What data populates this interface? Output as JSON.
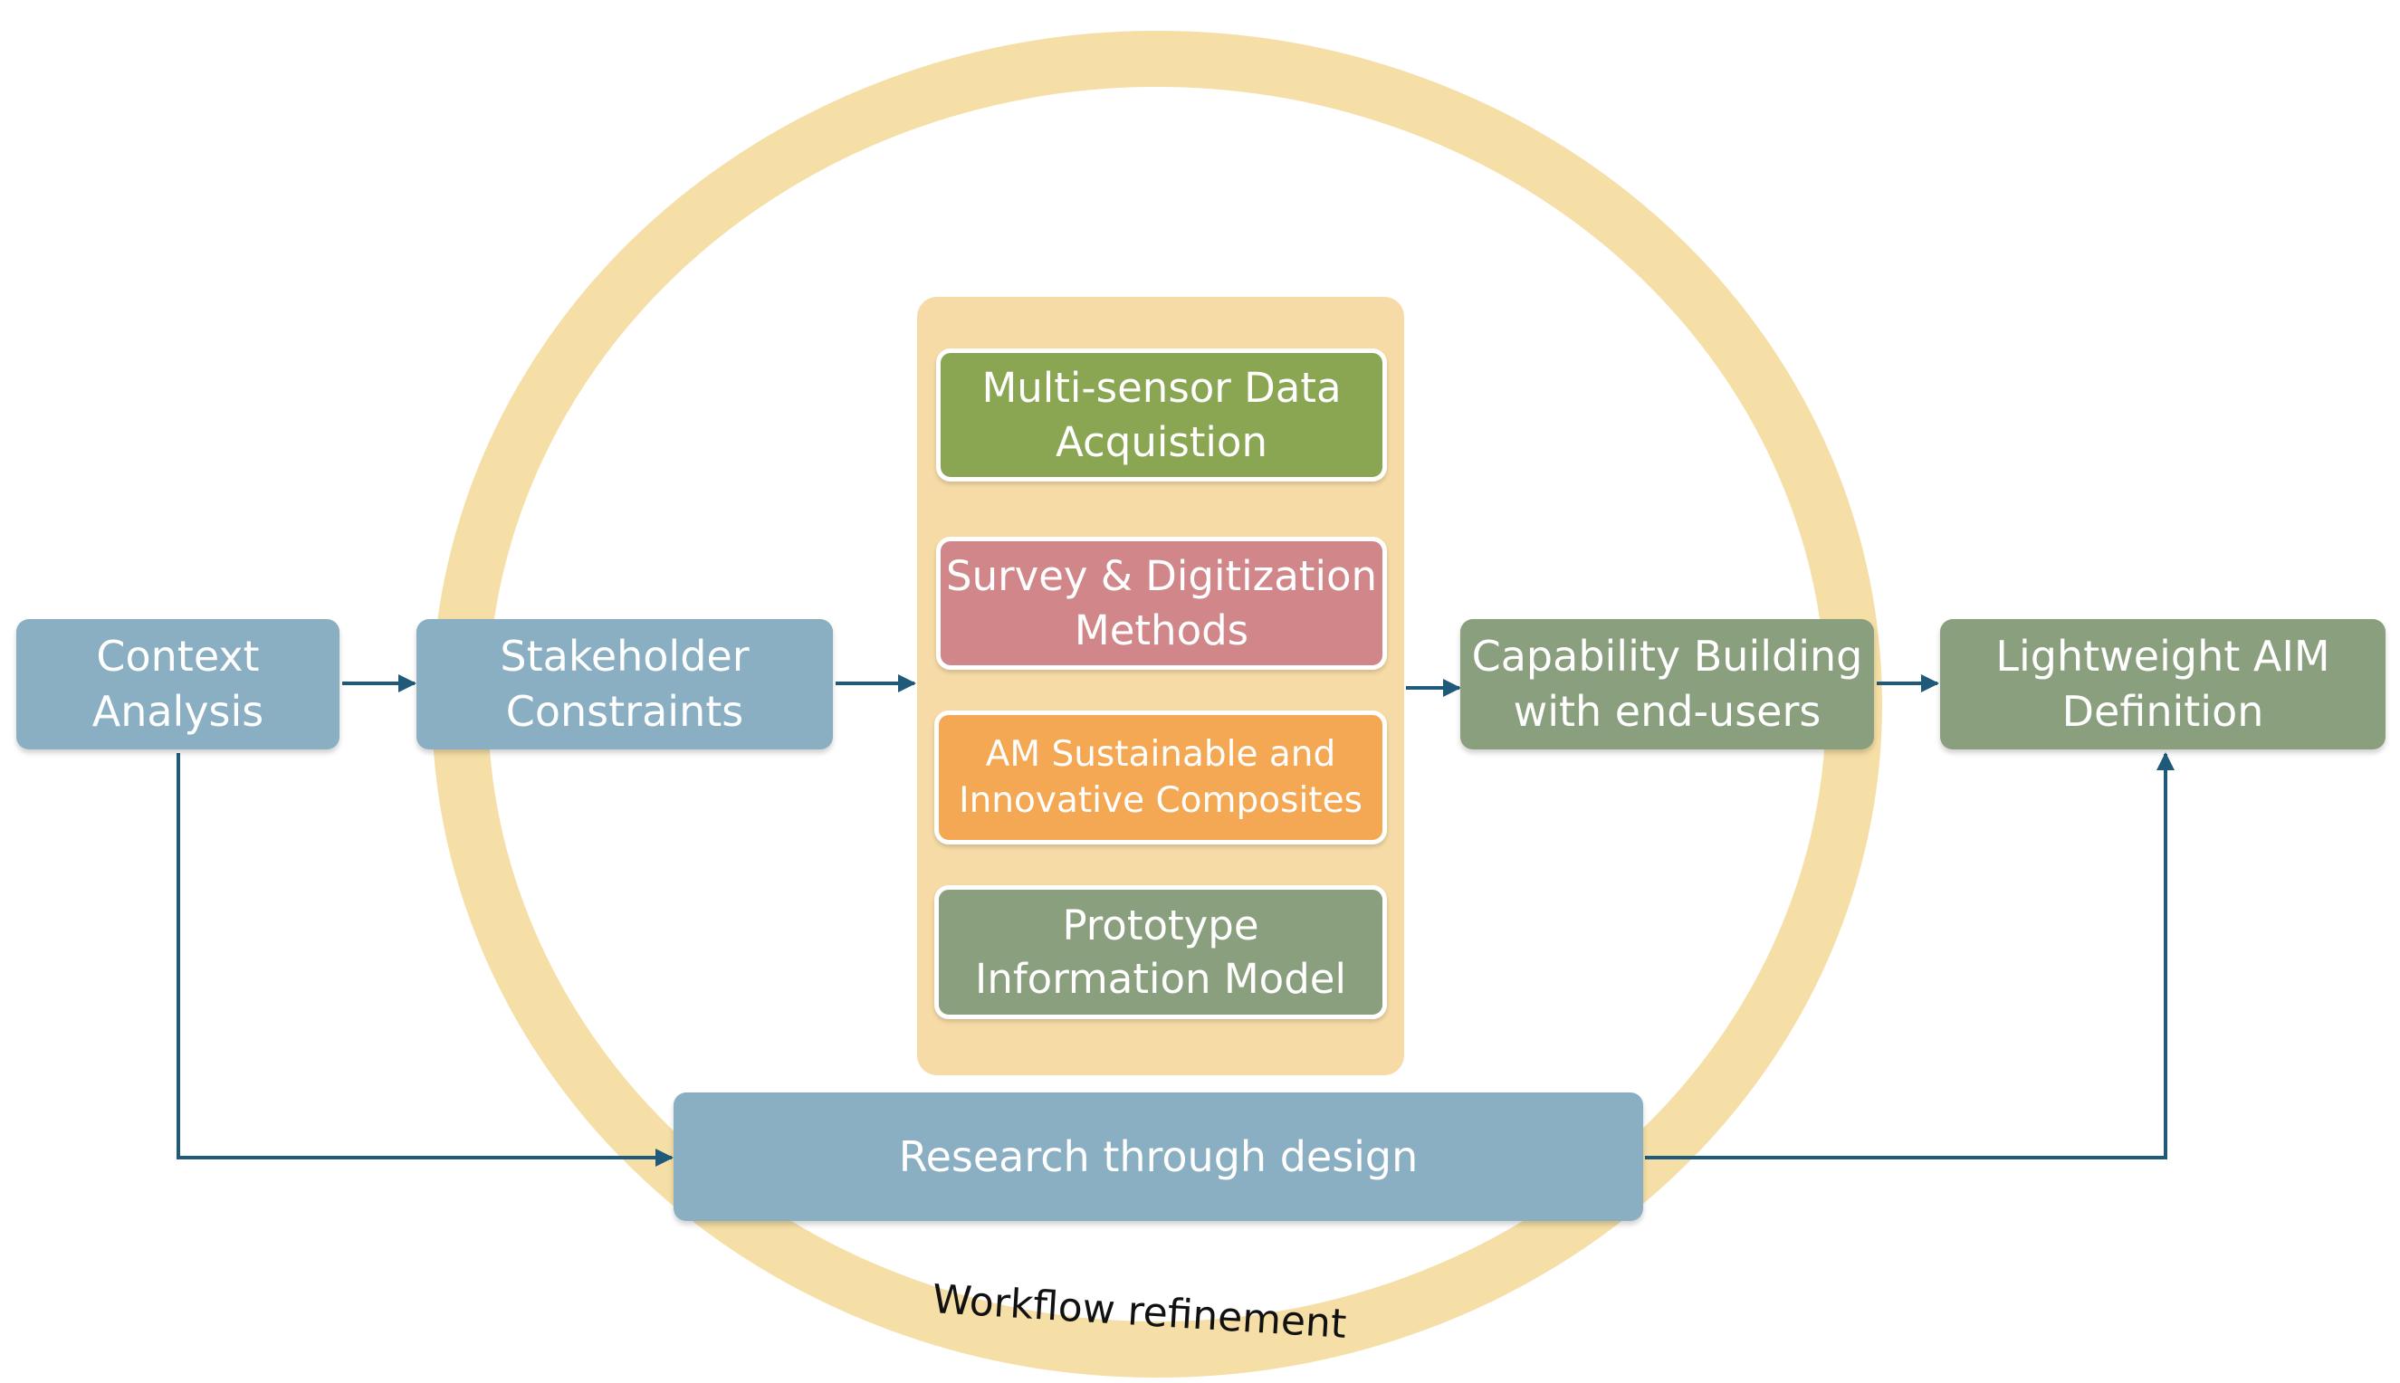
{
  "colors": {
    "ring": "#f5dfa6",
    "panel": "#f6dba6",
    "steel_blue": "#8aafc3",
    "sage_green": "#8a9f7d",
    "olive_green": "#8aa652",
    "rose": "#d1878a",
    "orange": "#f4a853",
    "arrow": "#1f5a7a"
  },
  "nodes": {
    "context_analysis": "Context\nAnalysis",
    "stakeholder_constraints": "Stakeholder\nConstraints",
    "multi_sensor": "Multi-sensor Data\nAcquistion",
    "survey_digitization": "Survey & Digitization\nMethods",
    "am_sustainable": "AM Sustainable and\nInnovative Composites",
    "prototype_model": "Prototype\nInformation Model",
    "capability_building": "Capability Building\nwith end-users",
    "lightweight_aim": "Lightweight AIM\nDefinition",
    "research_through_design": "Research through design"
  },
  "labels": {
    "workflow_refinement": "Workflow refinement"
  }
}
